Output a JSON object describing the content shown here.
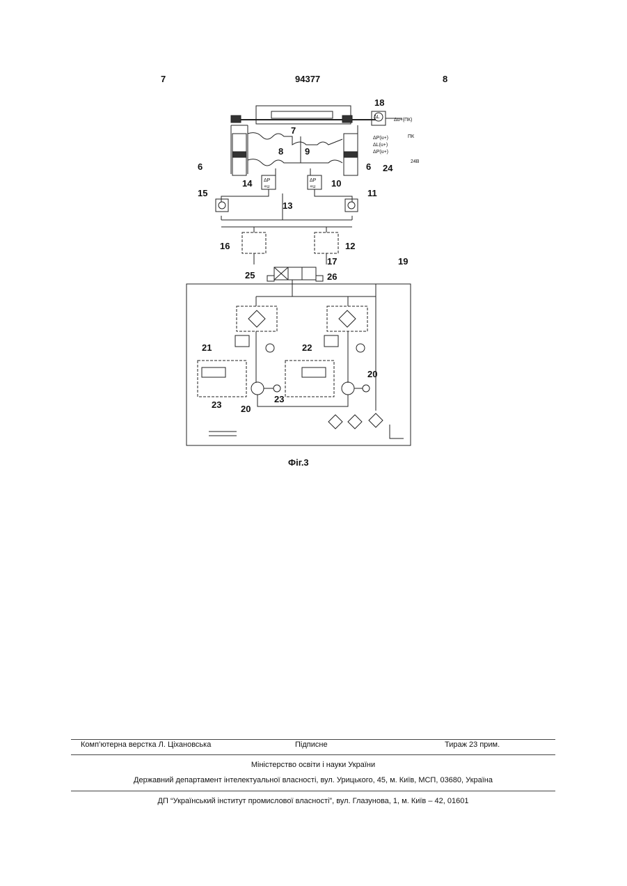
{
  "header": {
    "page_left": "7",
    "patent_number": "94377",
    "page_right": "8"
  },
  "figure": {
    "caption": "Фіг.3",
    "labels": [
      "18",
      "7",
      "8",
      "9",
      "6",
      "6",
      "14",
      "10",
      "15",
      "11",
      "13",
      "16",
      "12",
      "17",
      "19",
      "25",
      "26",
      "21",
      "22",
      "20",
      "23",
      "23",
      "20",
      "24"
    ],
    "annotations": {
      "delta_l_u": "Δu+(ПК)",
      "dp_block_1": "ΔP(u+)",
      "dp_block_2": "ΔL(u+)",
      "dp_block_3": "ΔP(u+)",
      "pk": "ПК",
      "voltage": "24В",
      "sensor_dl": "ΔL",
      "sensor_dp": "ΔP",
      "sensor_u": "+u"
    }
  },
  "footer": {
    "typesetting": "Комп’ютерна верстка Л. Ціхановська",
    "subscription": "Підписне",
    "circulation": "Тираж 23 прим.",
    "ministry": "Міністерство освіти і науки України",
    "department": "Державний департамент інтелектуальної власності, вул. Урицького, 45, м. Київ, МСП, 03680, Україна",
    "institute": "ДП “Український інститут промислової власності”, вул. Глазунова, 1, м. Київ – 42, 01601"
  }
}
